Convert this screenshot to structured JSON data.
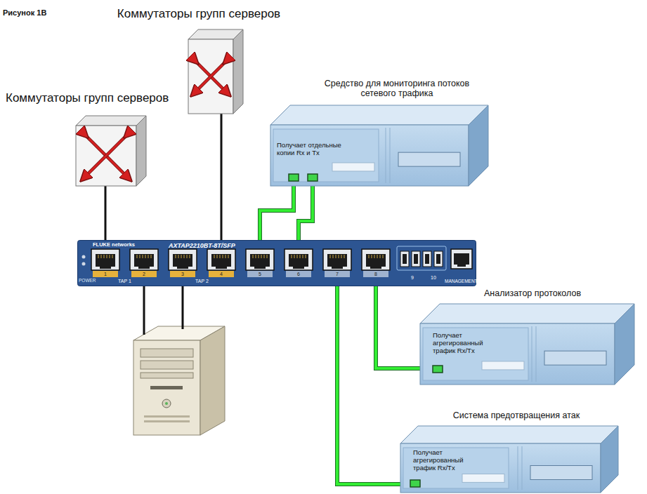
{
  "diagram": {
    "nodes": [
      {
        "text": [
          "Коммутаторы групп серверов"
        ]
      },
      {
        "text": [
          "Коммутаторы групп серверов"
        ]
      },
      {
        "text": [
          "Средство для мониторинга потоков сетевого трафика",
          "Получает отдельные копии Rx и Tx"
        ]
      },
      {
        "text": [
          "FLUKE networks",
          "AXTAP2210BT-8T/SFP"
        ]
      },
      {
        "text": [
          "Анализатор протоколов",
          "Получает агрегированный трафик Rx/Tx"
        ]
      },
      {
        "text": [
          "Система предотвращения атак",
          "Получает агрегированный трафик Rx/Tx"
        ]
      }
    ],
    "edges": [
      {
        "from": 0,
        "to": 3,
        "arrow": "none"
      },
      {
        "from": 1,
        "to": 3,
        "arrow": "none"
      },
      {
        "from": 3,
        "to": 2,
        "arrow": "none"
      },
      {
        "from": 3,
        "to": 2,
        "arrow": "none"
      },
      {
        "from": 3,
        "to": 4,
        "arrow": "none"
      },
      {
        "from": 3,
        "to": 5,
        "arrow": "none"
      }
    ],
    "labels": [
      "Рисунок 1В",
      "POWER",
      "1",
      "2",
      "3",
      "4",
      "TAP 1",
      "TAP 2",
      "5",
      "6",
      "7",
      "8",
      "9",
      "10",
      "MANAGEMENT"
    ]
  }
}
